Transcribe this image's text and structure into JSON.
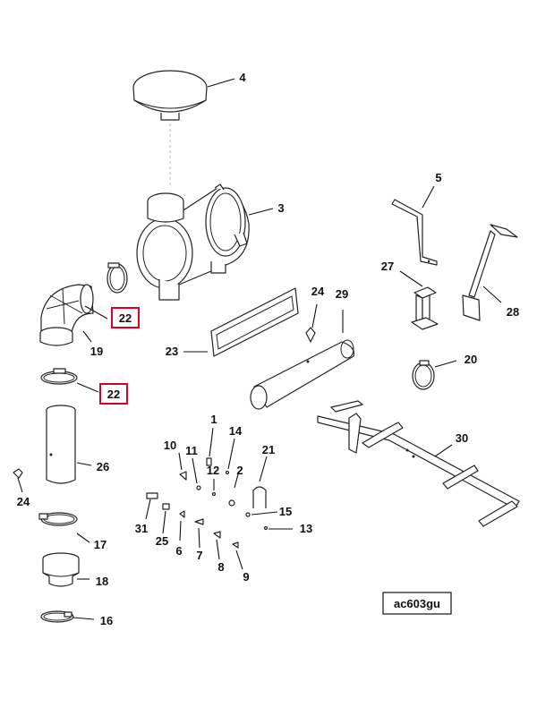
{
  "callouts": {
    "c1": "1",
    "c2": "2",
    "c3": "3",
    "c4": "4",
    "c5": "5",
    "c6": "6",
    "c7": "7",
    "c8": "8",
    "c9": "9",
    "c10": "10",
    "c11": "11",
    "c12": "12",
    "c13": "13",
    "c14": "14",
    "c15": "15",
    "c16": "16",
    "c17": "17",
    "c18": "18",
    "c19": "19",
    "c20": "20",
    "c21": "21",
    "c22a": "22",
    "c22b": "22",
    "c23": "23",
    "c24a": "24",
    "c24b": "24",
    "c25": "25",
    "c26": "26",
    "c27": "27",
    "c28": "28",
    "c29": "29",
    "c30": "30",
    "c31": "31"
  },
  "highlight_color": "#d9001b",
  "reference_code": "ac603gu"
}
